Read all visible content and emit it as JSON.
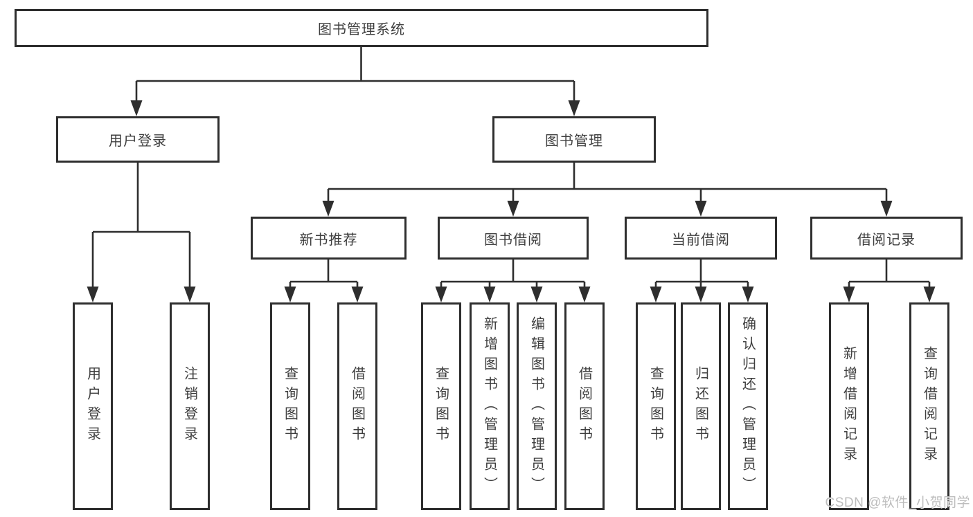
{
  "tree": {
    "root": {
      "label": "图书管理系统",
      "children": [
        {
          "label": "用户登录",
          "children": [
            {
              "label": "用户登录"
            },
            {
              "label": "注销登录"
            }
          ]
        },
        {
          "label": "图书管理",
          "children": [
            {
              "label": "新书推荐",
              "children": [
                {
                  "label": "查询图书"
                },
                {
                  "label": "借阅图书"
                }
              ]
            },
            {
              "label": "图书借阅",
              "children": [
                {
                  "label": "查询图书"
                },
                {
                  "label": "新增图书（管理员）"
                },
                {
                  "label": "编辑图书（管理员）"
                },
                {
                  "label": "借阅图书"
                }
              ]
            },
            {
              "label": "当前借阅",
              "children": [
                {
                  "label": "查询图书"
                },
                {
                  "label": "归还图书"
                },
                {
                  "label": "确认归还（管理员）"
                }
              ]
            },
            {
              "label": "借阅记录",
              "children": [
                {
                  "label": "新增借阅记录"
                },
                {
                  "label": "查询借阅记录"
                }
              ]
            }
          ]
        }
      ]
    }
  },
  "watermark": {
    "text": "CSDN @软件_小贺同学"
  },
  "colors": {
    "line": "#2e2e2e",
    "text": "#3e3e3e",
    "watermark": "#bdbdbd",
    "background": "#ffffff"
  }
}
